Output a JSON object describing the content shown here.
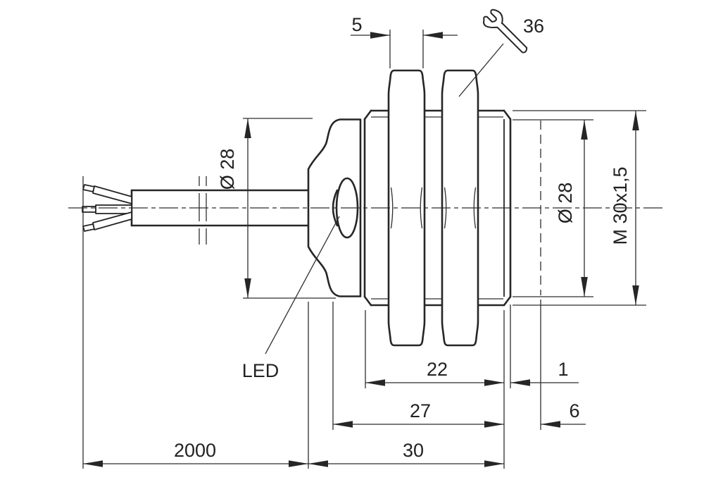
{
  "drawing": {
    "type": "technical-dimension-drawing",
    "subject": "M30 inductive proximity sensor, side view",
    "colors": {
      "line": "#262626",
      "background": "#ffffff"
    },
    "dims": {
      "nut_thickness": "5",
      "wrench_size": "36",
      "housing_diameter": "Ø 28",
      "face_diameter": "Ø 28",
      "thread_spec": "M 30x1,5",
      "thread_length": "22",
      "face_offset": "1",
      "front_length": "27",
      "front_clearance": "6",
      "cable_length": "2000",
      "body_length": "30"
    },
    "labels": {
      "led": "LED"
    }
  }
}
